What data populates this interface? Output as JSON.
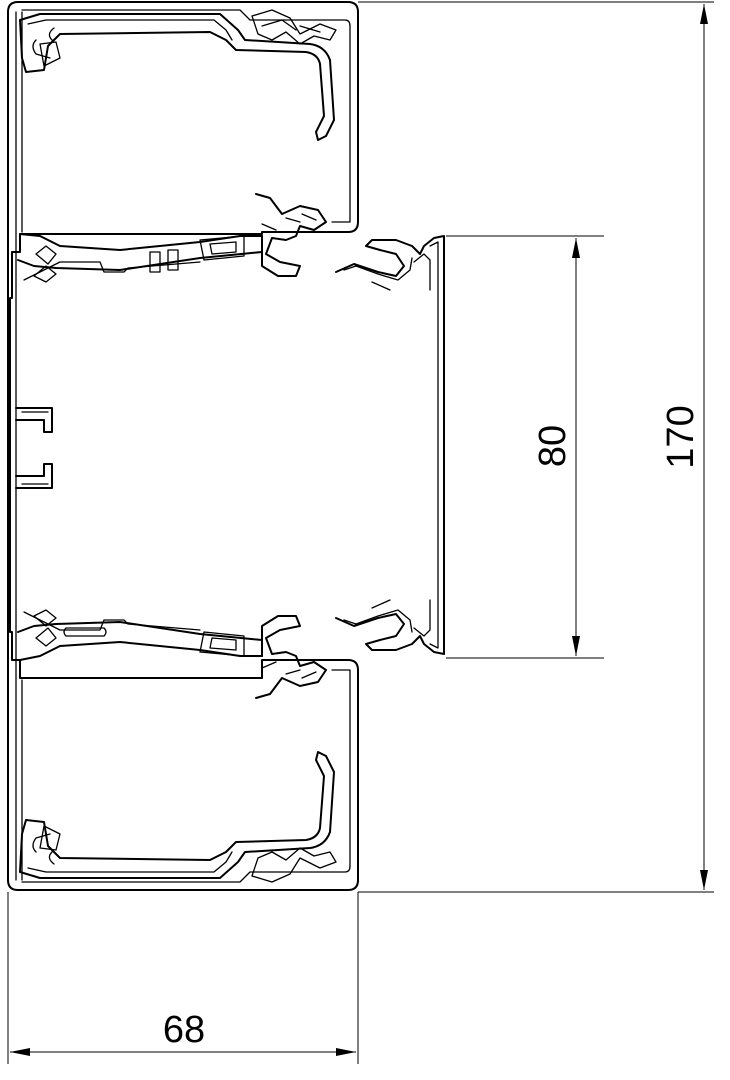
{
  "drawing": {
    "dimensions": {
      "total_height": "170",
      "opening_height": "80",
      "width": "68"
    },
    "colors": {
      "line": "#000000",
      "background": "#ffffff"
    }
  }
}
